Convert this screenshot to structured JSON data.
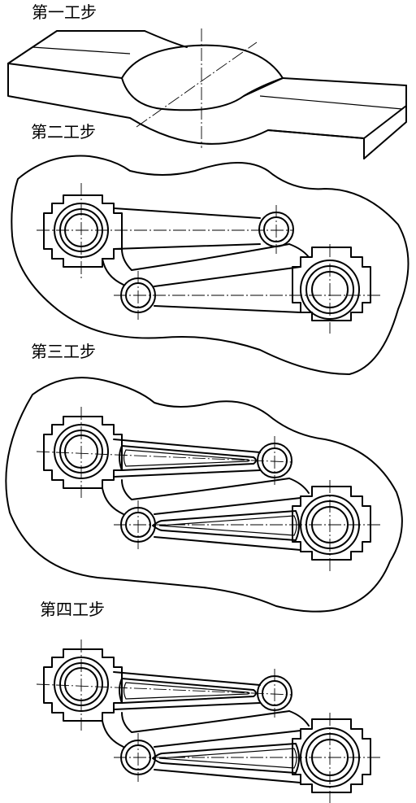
{
  "steps": [
    {
      "label": "第一工步"
    },
    {
      "label": "第二工步"
    },
    {
      "label": "第三工步"
    },
    {
      "label": "第四工步"
    }
  ]
}
